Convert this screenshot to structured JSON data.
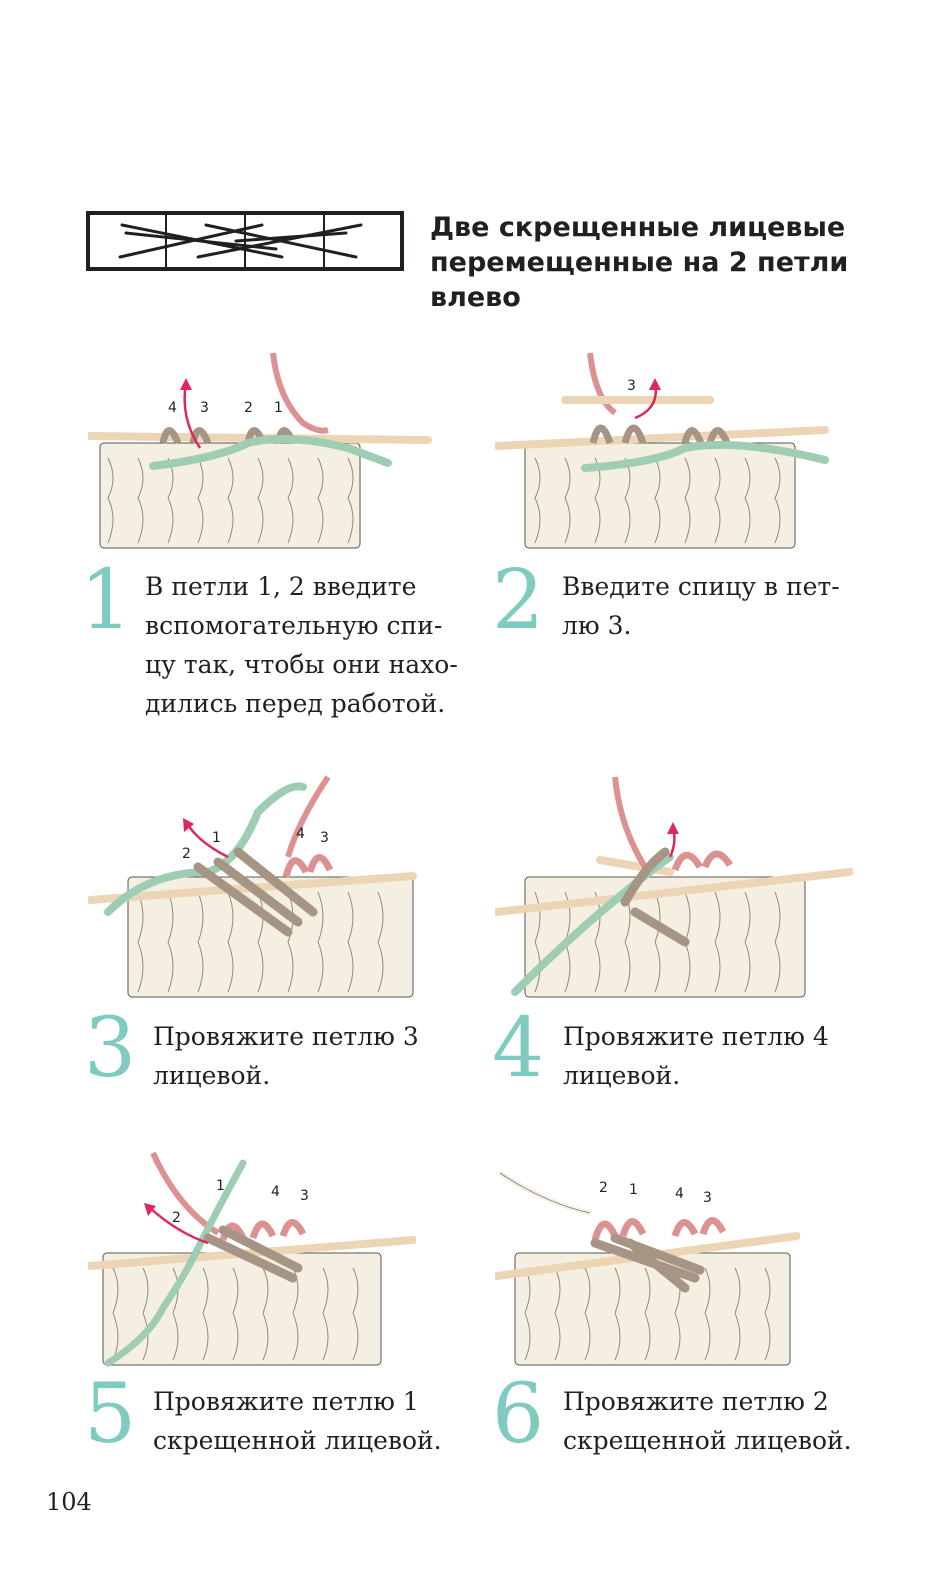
{
  "title": "Две скрещенные лицевые перемещенные на 2 петли влево",
  "colors": {
    "accent_number": "#7fcbbf",
    "arrow": "#e0265e",
    "yarn_base": "#f4efe1",
    "stitch_brown": "#a69585",
    "stitch_pink": "#dc9292",
    "aux_needle_green": "#9fcdb4",
    "needle": "#ecd5b4"
  },
  "steps": [
    {
      "number": "1",
      "text": "В петли 1, 2 введите\nвспомогательную спи-\nцу так, чтобы они нахо-\nдились перед работой.",
      "labels": [
        "4",
        "3",
        "2",
        "1"
      ]
    },
    {
      "number": "2",
      "text": "Введите спицу в пет-\nлю 3.",
      "labels": [
        "3"
      ]
    },
    {
      "number": "3",
      "text": "Провяжите петлю 3\nлицевой.",
      "labels": [
        "2",
        "1",
        "4",
        "3"
      ]
    },
    {
      "number": "4",
      "text": "Провяжите петлю 4\nлицевой.",
      "labels": []
    },
    {
      "number": "5",
      "text": "Провяжите петлю 1\nскрещенной лицевой.",
      "labels": [
        "1",
        "2",
        "4",
        "3"
      ]
    },
    {
      "number": "6",
      "text": "Провяжите петлю 2\nскрещенной лицевой.",
      "labels": [
        "2",
        "1",
        "4",
        "3"
      ]
    }
  ],
  "page_number": "104"
}
